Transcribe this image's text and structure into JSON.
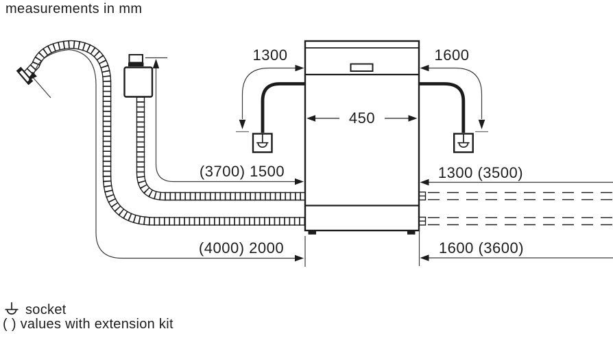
{
  "title": "measurements in mm",
  "appliance": {
    "type": "dishwasher front view",
    "width_label": "450"
  },
  "labels": {
    "cord_left": "1300",
    "cord_right": "1600",
    "supply_hose_left": "(3700) 1500",
    "hose_right_top": "1300 (3500)",
    "drain_hose_left": "(4000) 2000",
    "hose_right_bottom": "1600 (3600)"
  },
  "legend": {
    "socket_label": "socket",
    "extension_note": "( ) values with extension kit"
  },
  "icons": {
    "socket": "socket-icon"
  },
  "colors": {
    "ink": "#1c1c1c",
    "dim_line": "#3a3a3a",
    "background": "#ffffff"
  }
}
